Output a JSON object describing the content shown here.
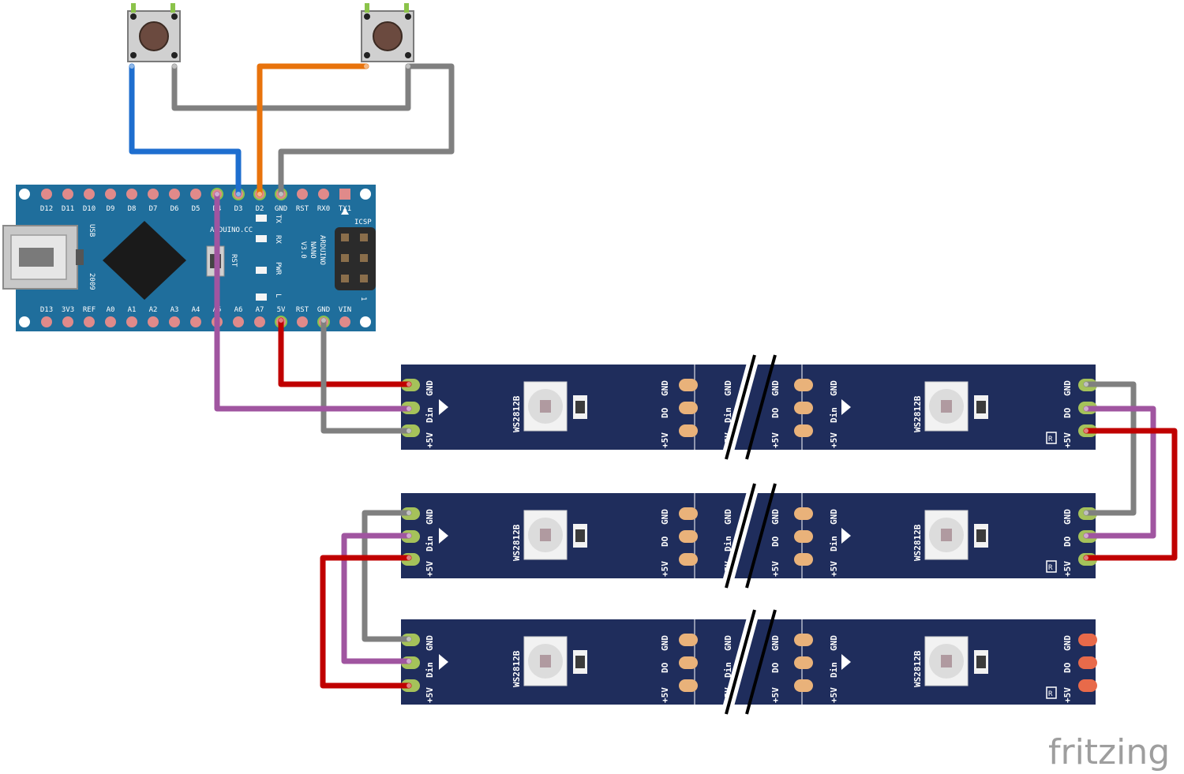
{
  "watermark": "fritzing",
  "nano": {
    "top_pins": [
      "D12",
      "D11",
      "D10",
      "D9",
      "D8",
      "D7",
      "D6",
      "D5",
      "D4",
      "D3",
      "D2",
      "GND",
      "RST",
      "RX0",
      "TX1"
    ],
    "bottom_pins": [
      "D13",
      "3V3",
      "REF",
      "A0",
      "A1",
      "A2",
      "A3",
      "A4",
      "A5",
      "A6",
      "A7",
      "5V",
      "RST",
      "GND",
      "VIN"
    ],
    "usb": "USB",
    "year": "2009",
    "site": "ARDUINO.CC",
    "model_line1": "ARDUINO",
    "model_line2": "NANO",
    "model_line3": "V3.0",
    "leds": [
      "TX",
      "RX",
      "PWR",
      "L"
    ],
    "reset": "RST",
    "icsp": "ICSP",
    "icsp_pin": "1"
  },
  "strip": {
    "chip": "WS2812B",
    "pad_gnd": "GND",
    "pad_data_in": "Din",
    "pad_data_out": "DO",
    "pad_vcc": "+5V",
    "registered": "R"
  },
  "colors": {
    "board": "#1f6e9c",
    "strip": "#1f2d5c",
    "wire_blue": "#1e6ecf",
    "wire_orange": "#e8730c",
    "wire_gray": "#808080",
    "wire_red": "#c00000",
    "wire_purple": "#a055a0",
    "pad": "#e9b27a"
  }
}
